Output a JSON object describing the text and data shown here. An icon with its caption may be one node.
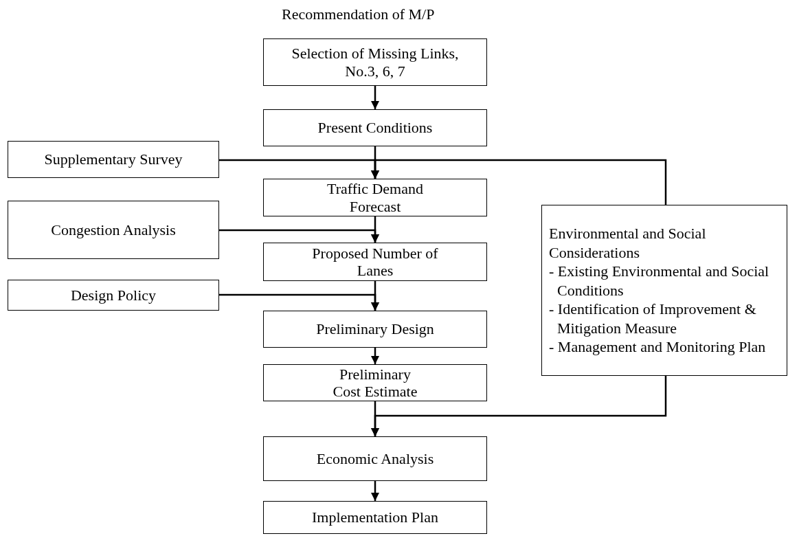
{
  "diagram": {
    "title": "Recommendation of M/P",
    "nodes": [
      {
        "text": [
          "Selection of Missing Links, No.3, 6, 7"
        ]
      },
      {
        "text": [
          "Present Conditions"
        ]
      },
      {
        "text": [
          "Supplementary Survey"
        ]
      },
      {
        "text": [
          "Traffic Demand Forecast"
        ]
      },
      {
        "text": [
          "Congestion Analysis"
        ]
      },
      {
        "text": [
          "Proposed Number of Lanes"
        ]
      },
      {
        "text": [
          "Design Policy"
        ]
      },
      {
        "text": [
          "Preliminary Design"
        ]
      },
      {
        "text": [
          "Preliminary Cost Estimate"
        ]
      },
      {
        "text": [
          "Environmental and Social Considerations",
          "- Existing Environmental and Social Conditions",
          "- Identification of Improvement & Mitigation Measure",
          "- Management and Monitoring Plan"
        ]
      },
      {
        "text": [
          "Economic Analysis"
        ]
      },
      {
        "text": [
          "Implementation Plan"
        ]
      }
    ],
    "edges": [
      {
        "from": 0,
        "to": 1,
        "arrow": "to"
      },
      {
        "from": 1,
        "to": 3,
        "arrow": "to"
      },
      {
        "from": 2,
        "to": 3,
        "arrow": "to"
      },
      {
        "from": 9,
        "to": 3,
        "arrow": "to"
      },
      {
        "from": 3,
        "to": 5,
        "arrow": "to"
      },
      {
        "from": 4,
        "to": 5,
        "arrow": "to"
      },
      {
        "from": 5,
        "to": 7,
        "arrow": "to"
      },
      {
        "from": 6,
        "to": 7,
        "arrow": "to"
      },
      {
        "from": 7,
        "to": 8,
        "arrow": "to"
      },
      {
        "from": 8,
        "to": 10,
        "arrow": "to"
      },
      {
        "from": 9,
        "to": 10,
        "arrow": "to"
      },
      {
        "from": 10,
        "to": 11,
        "arrow": "to"
      }
    ]
  }
}
